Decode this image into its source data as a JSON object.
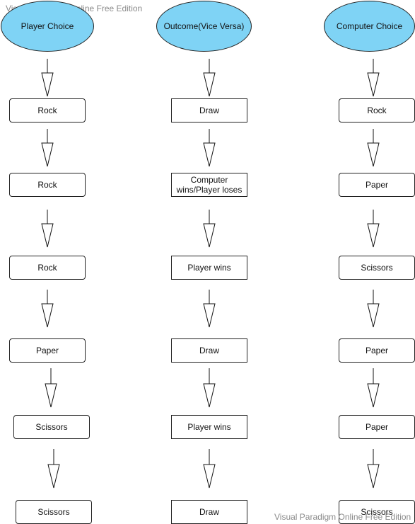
{
  "watermark": "Visual Paradigm Online Free Edition",
  "headers": {
    "player": "Player Choice",
    "outcome": "Outcome(Vice Versa)",
    "computer": "Computer Choice"
  },
  "player": [
    "Rock",
    "Rock",
    "Rock",
    "Paper",
    "Scissors",
    "Scissors"
  ],
  "outcome": [
    "Draw",
    "Computer wins/Player loses",
    "Player wins",
    "Draw",
    "Player wins",
    "Draw"
  ],
  "computer": [
    "Rock",
    "Paper",
    "Scissors",
    "Paper",
    "Paper",
    "Scissors"
  ],
  "colors": {
    "header_fill": "#7fd3f5",
    "border": "#222222",
    "watermark": "#8a8a8a"
  }
}
